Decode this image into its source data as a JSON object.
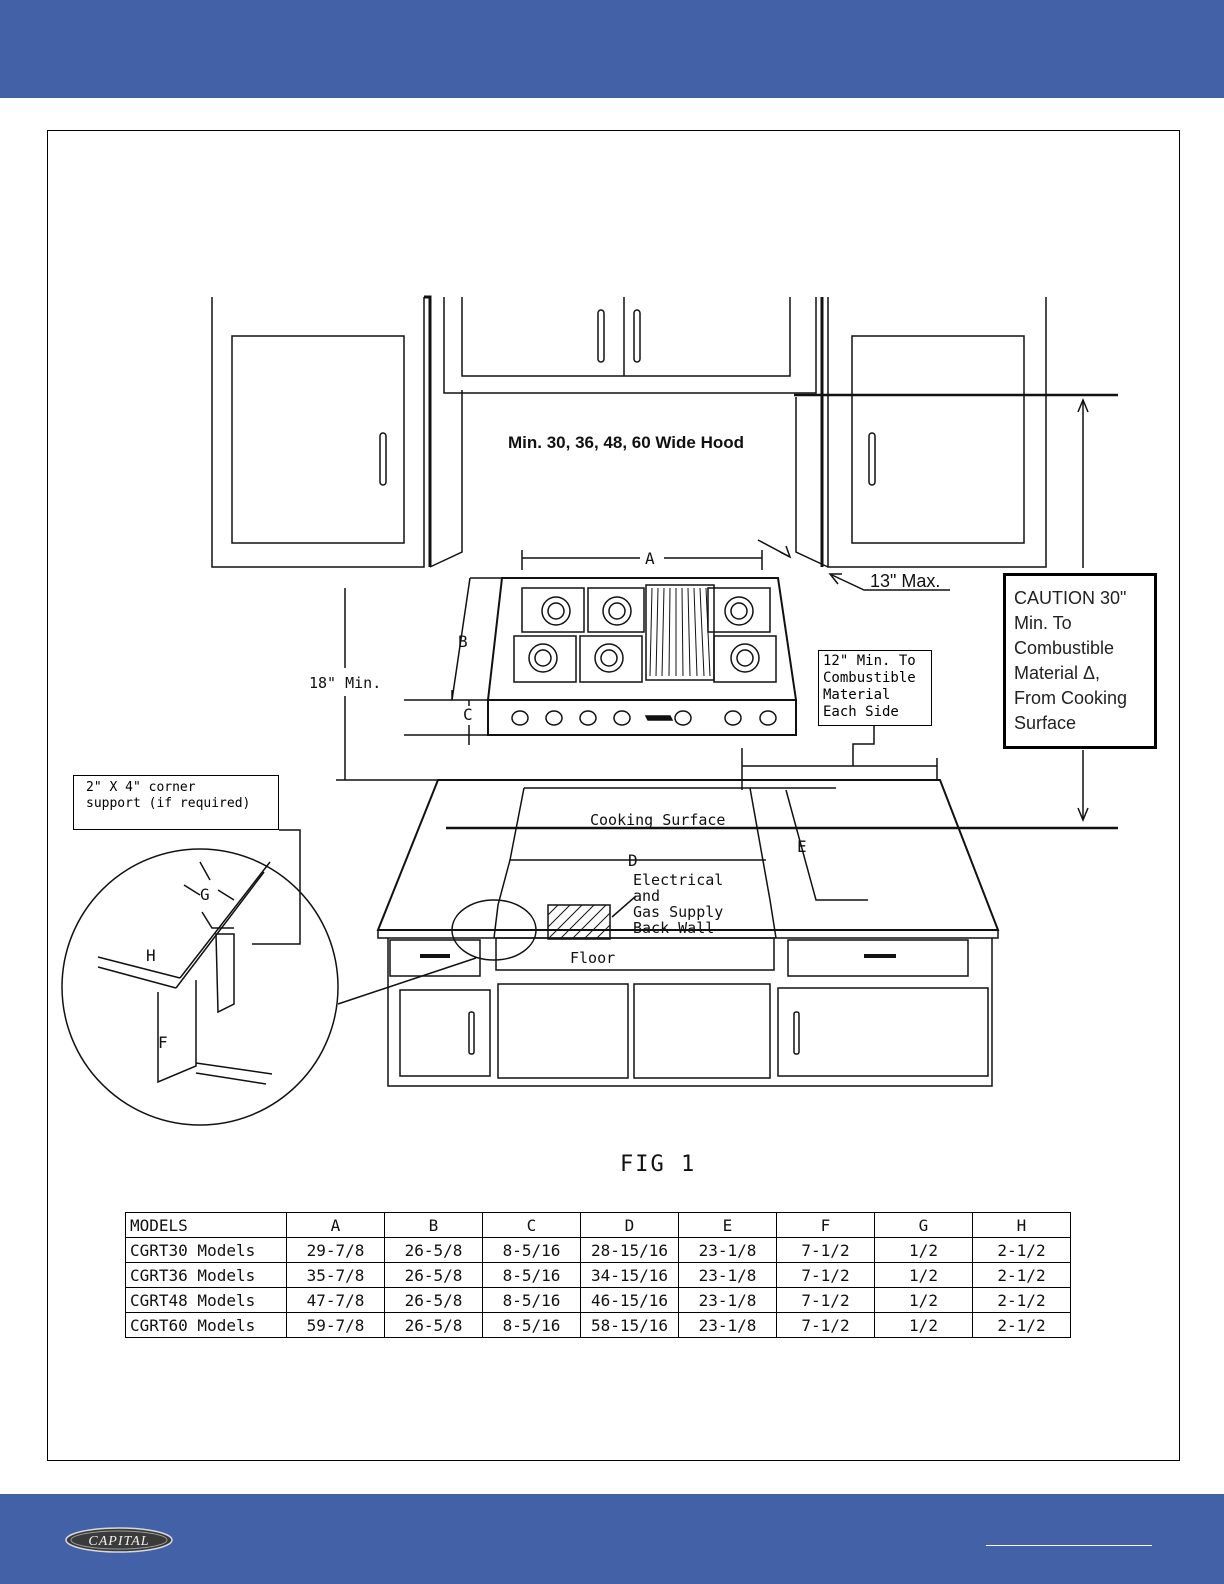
{
  "header": {
    "color": "#4361a7"
  },
  "diagram": {
    "hood_label": "Min. 30, 36, 48, 60 Wide Hood",
    "dim_a": "A",
    "dim_b": "B",
    "dim_c": "C",
    "dim_d": "D",
    "dim_e": "E",
    "dim_f": "F",
    "dim_g": "G",
    "dim_h": "H",
    "max_label": "13\" Max.",
    "min18_label": "18\" Min.",
    "caution_lines": [
      "CAUTION 30\"",
      "Min. To",
      "Combustible",
      "Material   Δ,",
      "From Cooking",
      "Surface"
    ],
    "note12_lines": [
      "12\" Min. To",
      "Combustible",
      "Material",
      "Each Side"
    ],
    "corner_lines": [
      "2\" X 4\" corner",
      "support (if required)"
    ],
    "cooking_surface": "Cooking Surface",
    "supply_lines": [
      "Electrical",
      "and",
      "Gas Supply",
      "Back Wall"
    ],
    "floor_label": "Floor",
    "figure_label": "FIG 1"
  },
  "table": {
    "headers": [
      "MODELS",
      "A",
      "B",
      "C",
      "D",
      "E",
      "F",
      "G",
      "H"
    ],
    "rows": [
      [
        "CGRT30 Models",
        "29-7/8",
        "26-5/8",
        "8-5/16",
        "28-15/16",
        "23-1/8",
        "7-1/2",
        "1/2",
        "2-1/2"
      ],
      [
        "CGRT36 Models",
        "35-7/8",
        "26-5/8",
        "8-5/16",
        "34-15/16",
        "23-1/8",
        "7-1/2",
        "1/2",
        "2-1/2"
      ],
      [
        "CGRT48 Models",
        "47-7/8",
        "26-5/8",
        "8-5/16",
        "46-15/16",
        "23-1/8",
        "7-1/2",
        "1/2",
        "2-1/2"
      ],
      [
        "CGRT60 Models",
        "59-7/8",
        "26-5/8",
        "8-5/16",
        "58-15/16",
        "23-1/8",
        "7-1/2",
        "1/2",
        "2-1/2"
      ]
    ]
  },
  "footer": {
    "logo_text": "CAPITAL"
  }
}
